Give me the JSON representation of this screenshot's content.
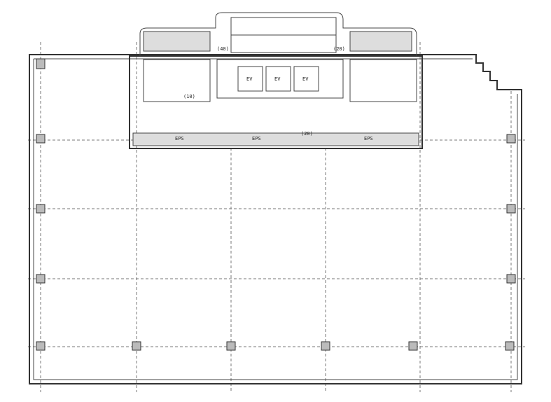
{
  "plan": {
    "labels": {
      "ev1": "EV",
      "ev2": "EV",
      "ev3": "EV",
      "eps_left": "EPS",
      "eps_center": "EPS",
      "eps_right": "EPS",
      "cap_left_top": "(40)",
      "cap_right_top": "(20)",
      "cap_left_wc": "(10)",
      "cap_center": "(20)"
    }
  }
}
